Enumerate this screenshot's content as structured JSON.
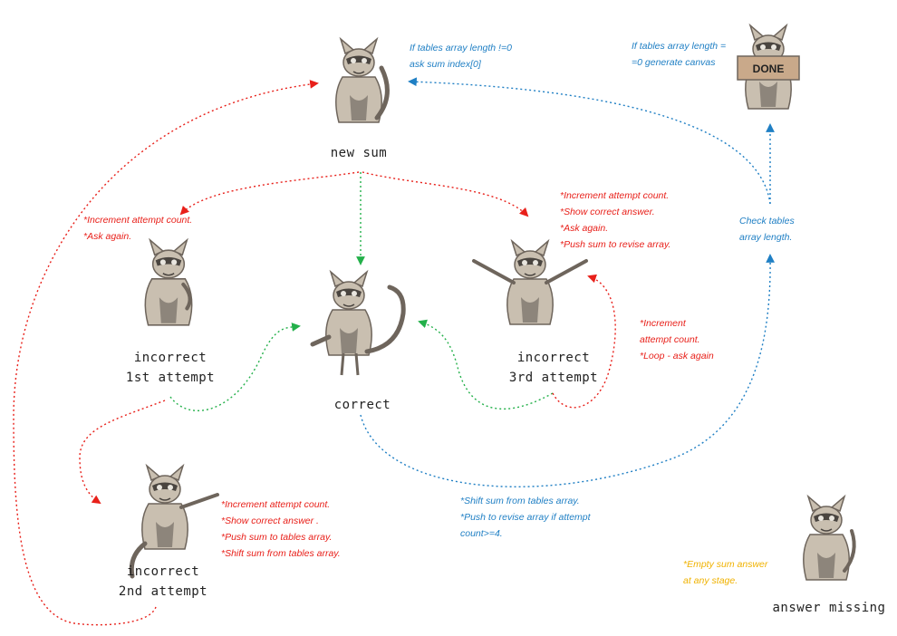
{
  "colors": {
    "red": "#e8201a",
    "blue": "#1f7fc4",
    "green": "#23b04a",
    "yellow": "#f0b200",
    "cat_fur": "#c9bfb0",
    "cat_dark": "#6e655c"
  },
  "states": {
    "new_sum": {
      "label": "new sum",
      "icon": "cat-sitting-icon"
    },
    "incorrect_1": {
      "line1": "incorrect",
      "line2": "1st attempt",
      "icon": "cat-thinking-icon"
    },
    "incorrect_2": {
      "line1": "incorrect",
      "line2": "2nd attempt",
      "icon": "cat-pointing-icon"
    },
    "incorrect_3": {
      "line1": "incorrect",
      "line2": "3rd attempt",
      "icon": "cat-arms-out-icon"
    },
    "correct": {
      "label": "correct",
      "icon": "cat-thumbs-up-icon"
    },
    "done": {
      "sign": "DONE",
      "icon": "cat-done-sign-icon"
    },
    "answer_missing": {
      "label": "answer missing",
      "icon": "cat-standing-icon"
    }
  },
  "notes": {
    "new_sum_blue": "If tables array length !=0\nask sum index[0]",
    "done_blue": "If tables array length =\n=0 generate canvas",
    "incorrect_1_red": "*Increment attempt count.\n*Ask again.",
    "incorrect_3_red": "*Increment attempt count.\n*Show correct answer.\n*Ask again.\n*Push sum to revise array.",
    "check_tables_blue": "Check tables\narray length.",
    "loop_red": "*Increment\nattempt count.\n*Loop - ask again",
    "incorrect_2_red": "*Increment attempt count.\n*Show correct answer .\n*Push sum to tables array.\n*Shift sum from tables array.",
    "correct_blue": "*Shift sum from tables array.\n*Push to revise array if  attempt\ncount>=4.",
    "empty_yellow": "*Empty sum answer\nat any stage."
  }
}
